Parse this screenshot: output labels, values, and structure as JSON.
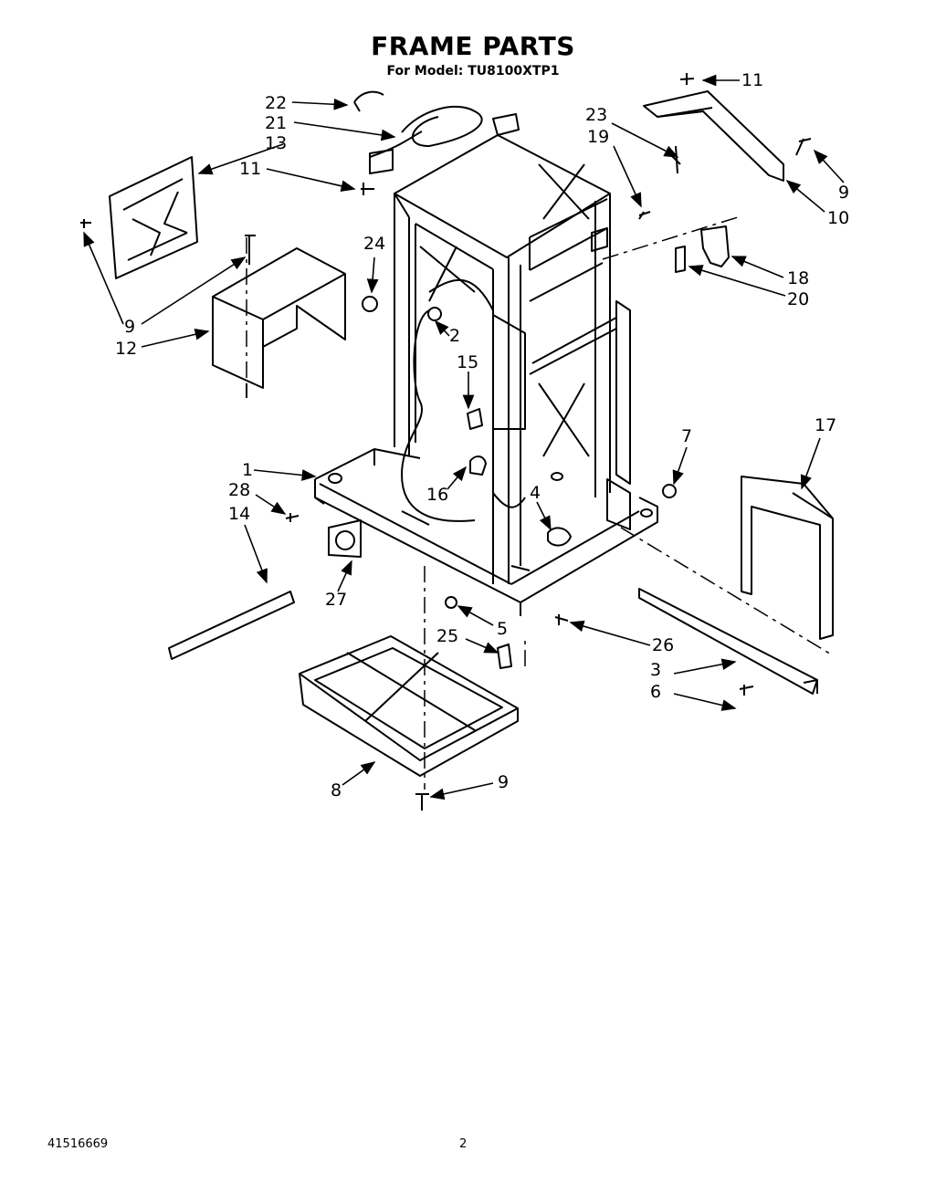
{
  "header": {
    "title": "FRAME PARTS",
    "subtitle": "For Model: TU8100XTP1"
  },
  "footer": {
    "doc_number": "41516669",
    "page_number": "2"
  },
  "callouts": [
    "22",
    "21",
    "13",
    "11",
    "9",
    "12",
    "24",
    "2",
    "15",
    "1",
    "28",
    "14",
    "16",
    "27",
    "4",
    "5",
    "25",
    "26",
    "8",
    "23",
    "19",
    "11",
    "9",
    "10",
    "18",
    "20",
    "7",
    "17",
    "3",
    "6",
    "9"
  ]
}
